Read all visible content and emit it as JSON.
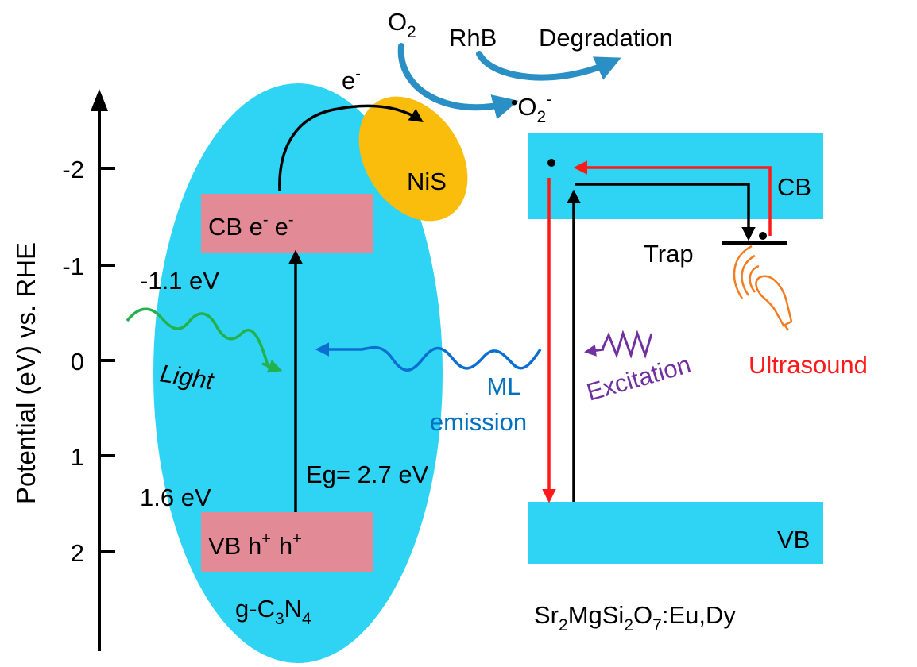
{
  "axis": {
    "label": "Potential (eV) vs. RHE",
    "ticks": [
      "-2",
      "-1",
      "0",
      "1",
      "2"
    ]
  },
  "gcn": {
    "name_prefix": "g-C",
    "name_sub1": "3",
    "name_mid": "N",
    "name_sub2": "4",
    "cb_label": "CB e",
    "cb_e2": "e",
    "minus": "-",
    "vb_label": "VB h",
    "vb_h2": "h",
    "plus": "+",
    "cb_potential": "-1.1 eV",
    "vb_potential": "1.6 eV",
    "bandgap": "Eg= 2.7 eV",
    "electron": "e"
  },
  "nis": {
    "label": "NiS"
  },
  "reaction": {
    "o2": "O",
    "o2_sub": "2",
    "rhb": "RhB",
    "degradation": "Degradation",
    "radical_dot": "•",
    "radical": "O",
    "radical_sub": "2",
    "radical_sup": "-"
  },
  "light": {
    "label": "Light"
  },
  "ml": {
    "line1": "ML",
    "line2": "emission"
  },
  "excitation": {
    "label": "Excitation"
  },
  "ultrasound": {
    "label": "Ultrasound"
  },
  "smso": {
    "cb": "CB",
    "vb": "VB",
    "trap": "Trap",
    "name_a": "Sr",
    "sub_a": "2",
    "name_b": "MgSi",
    "sub_b": "2",
    "name_c": "O",
    "sub_c": "7",
    "name_d": ":Eu,Dy"
  },
  "colors": {
    "cyan": "#2fd4f5",
    "pink": "#e38a97",
    "gold": "#fbbd0b",
    "red": "#ff1a1a",
    "green": "#22b14c",
    "blue_wave": "#0a6fd1",
    "ml_text": "#0070c0",
    "purple": "#7030a0",
    "orange": "#f47c20",
    "arrow_blue": "#2a8fc4"
  }
}
